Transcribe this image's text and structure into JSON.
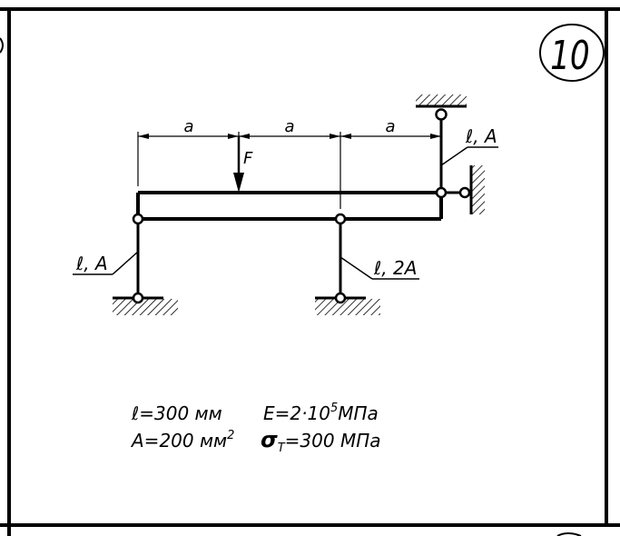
{
  "problem_number": "10",
  "dimensions": [
    "a",
    "a",
    "a"
  ],
  "force_label": "F",
  "rod_labels": {
    "top_right": "ℓ, A",
    "left": "ℓ, A",
    "middle": "ℓ, 2A"
  },
  "params": {
    "l_value": "ℓ=300 мм",
    "a_value": "A=200 мм",
    "a_exp": "2",
    "e_prefix": "E=2·10",
    "e_exp": "5",
    "e_unit": "МПа",
    "sigma_symbol": "σ",
    "sigma_sub": "Т",
    "sigma_value": "=300 МПа"
  }
}
